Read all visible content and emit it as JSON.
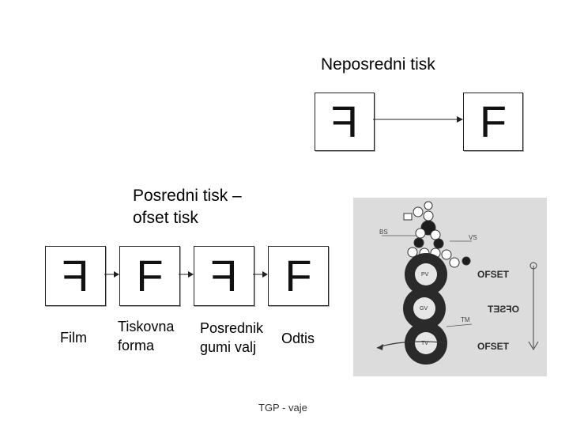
{
  "direct_print": {
    "title": "Neposredni tisk",
    "source_letter": "F",
    "result_letter": "F"
  },
  "offset_print": {
    "title_line1": "Posredni tisk –",
    "title_line2": "ofset tisk",
    "letters": [
      "F",
      "F",
      "F",
      "F"
    ],
    "captions": {
      "film": "Film",
      "forma_1": "Tiskovna",
      "forma_2": "forma",
      "posrednik_1": "Posrednik",
      "posrednik_2": "gumi valj",
      "odtis": "Odtis"
    }
  },
  "press_figure": {
    "labels": {
      "bs": "BS",
      "vs": "VS",
      "tm": "TM",
      "pv": "PV",
      "gv": "GV",
      "tv": "TV",
      "ofset_1": "OFSET",
      "ofset_2": "OFSET",
      "ofset_3": "OFSET"
    }
  },
  "footer": {
    "text": "TGP - vaje"
  }
}
